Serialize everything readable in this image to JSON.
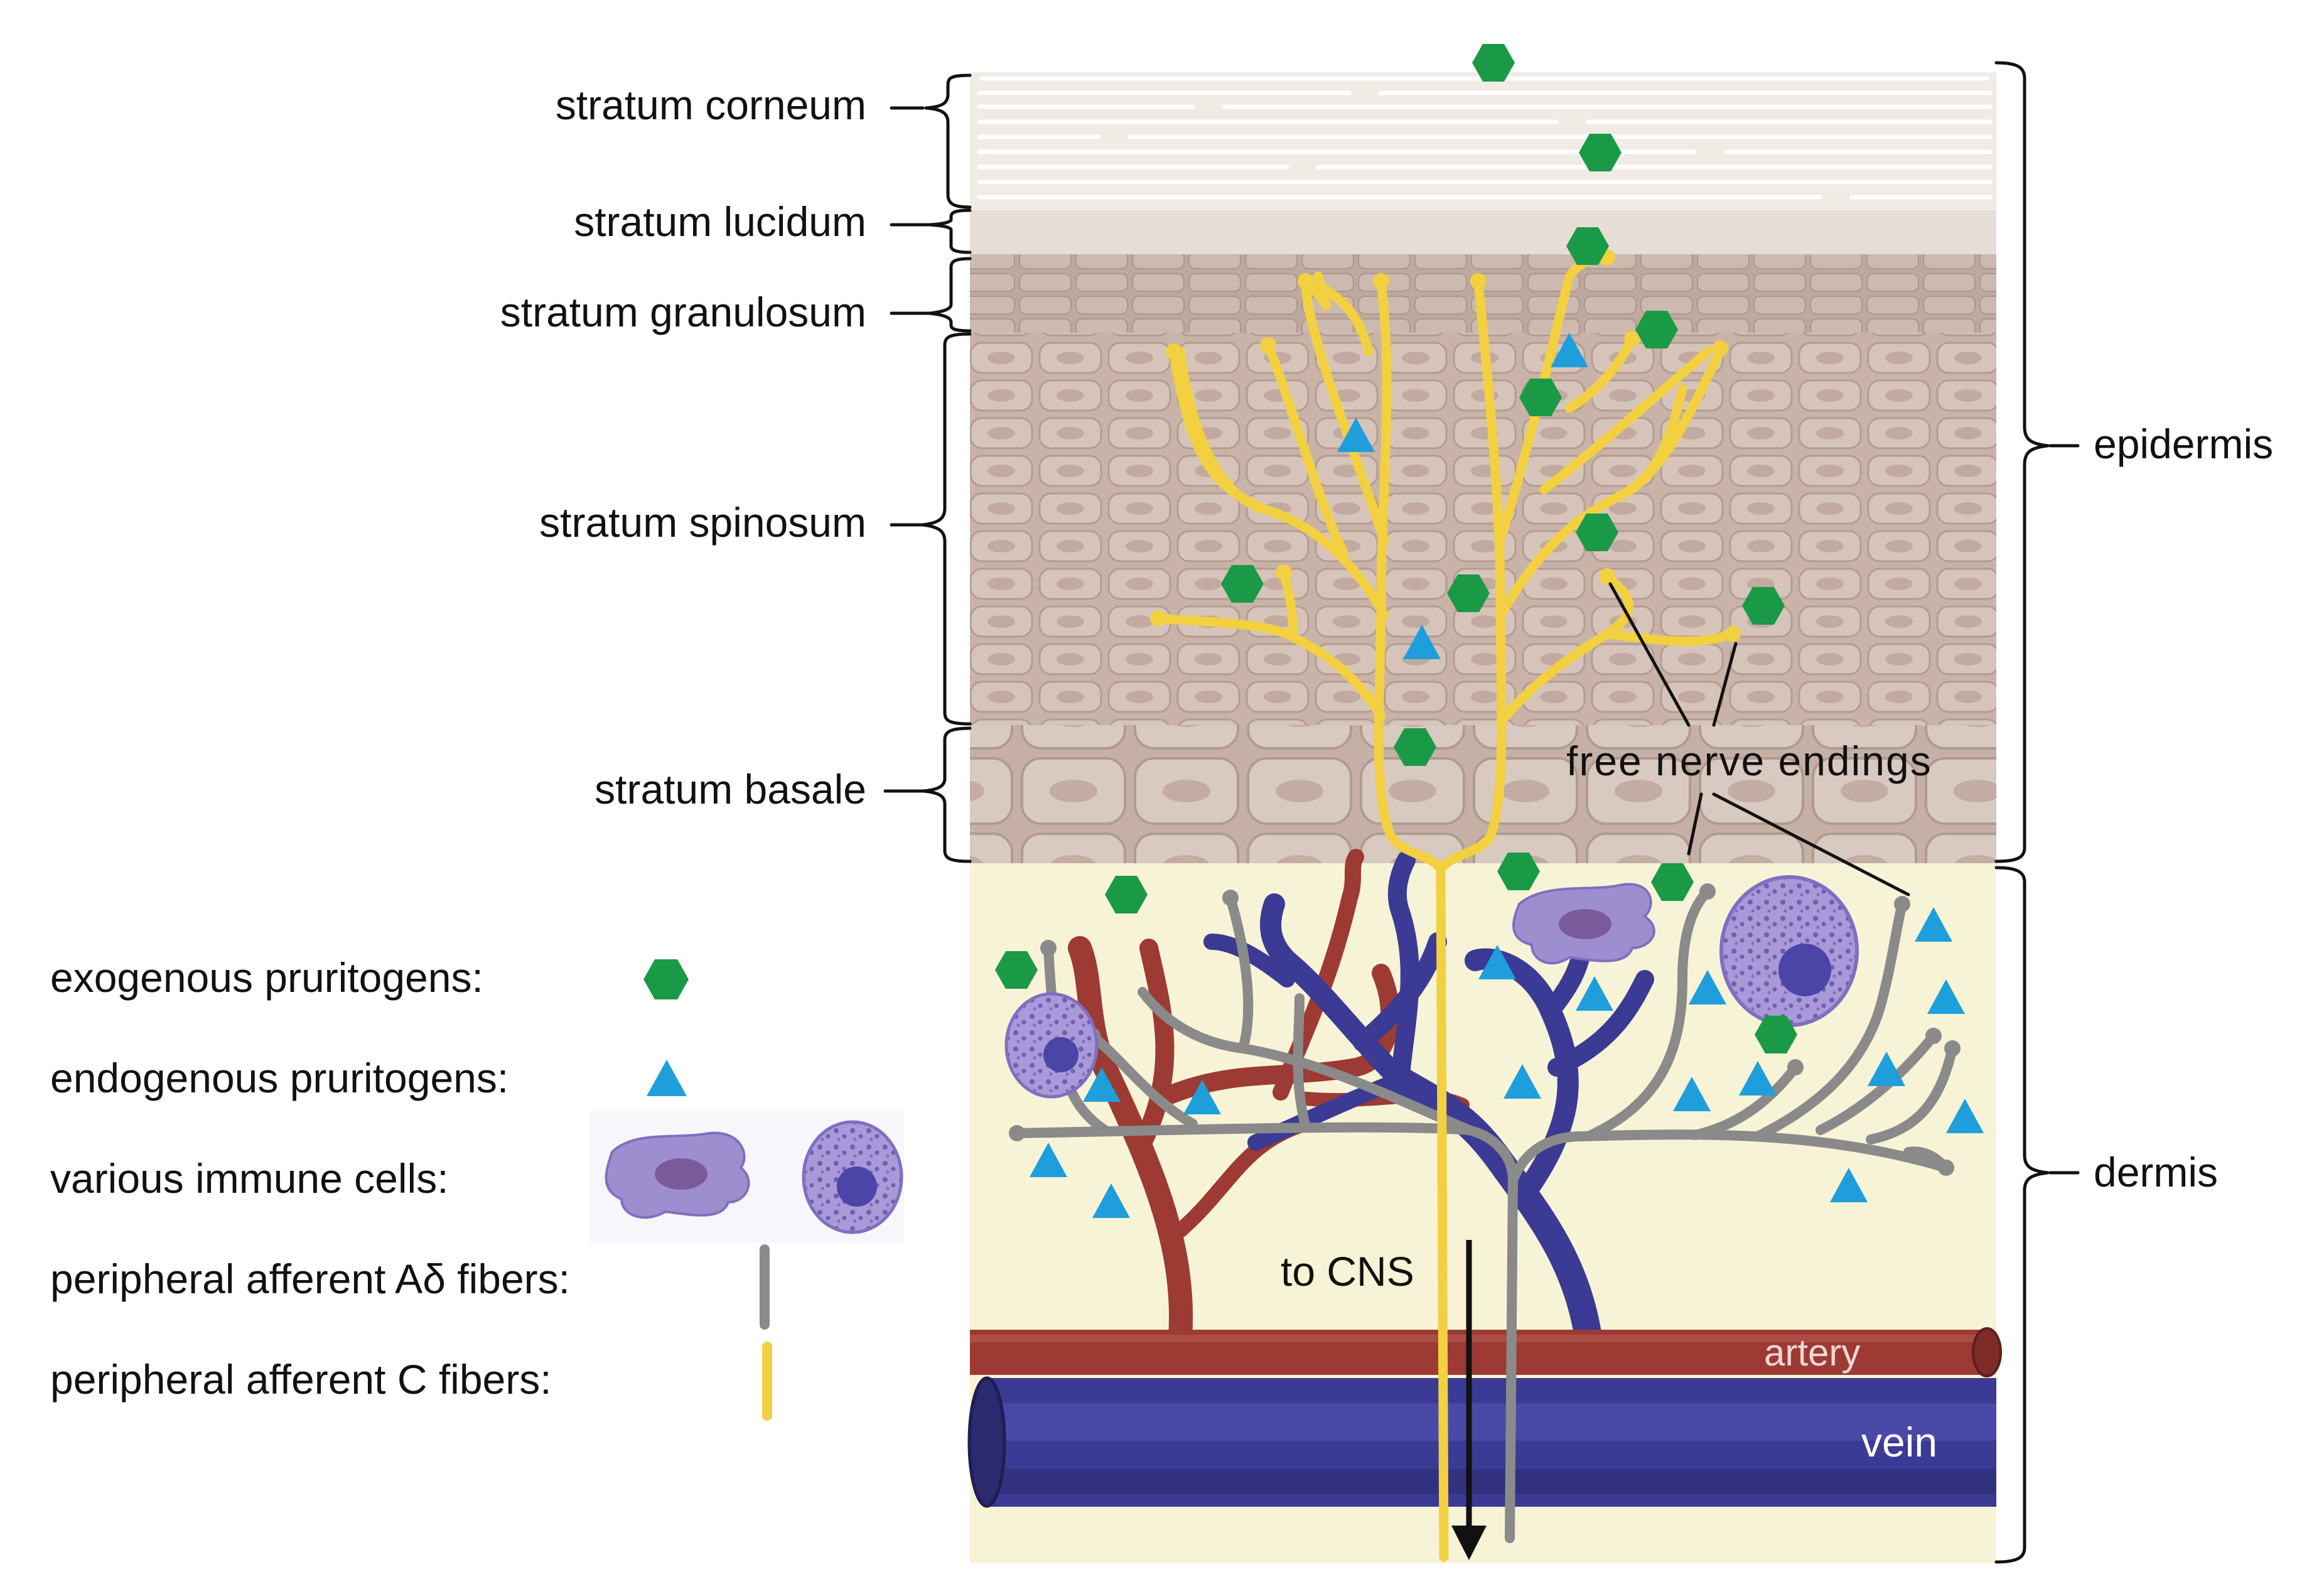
{
  "layers": {
    "corneum": "stratum corneum",
    "lucidum": "stratum lucidum",
    "granulosum": "stratum granulosum",
    "spinosum": "stratum spinosum",
    "basale": "stratum basale"
  },
  "regions": {
    "epidermis": "epidermis",
    "dermis": "dermis"
  },
  "annotations": {
    "free_nerve_endings": "free nerve endings",
    "to_cns": "to CNS",
    "artery": "artery",
    "vein": "vein"
  },
  "legend": {
    "exogenous": "exogenous pruritogens:",
    "endogenous": "endogenous pruritogens:",
    "immune": "various immune cells:",
    "a_delta": "peripheral afferent Aδ fibers:",
    "c_fibers": "peripheral afferent C fibers:"
  },
  "colors": {
    "exogenous": "#1a9a47",
    "endogenous": "#1e9fdb",
    "c_fiber": "#f2d040",
    "a_delta_fiber": "#8a8a8a",
    "artery": "#9c3a33",
    "vein": "#3b3a94",
    "immune_cell": "#9d8ed0",
    "dermis": "#f7f3d6",
    "epidermis": "#c7b1a6",
    "corneum": "#f2ece7"
  }
}
